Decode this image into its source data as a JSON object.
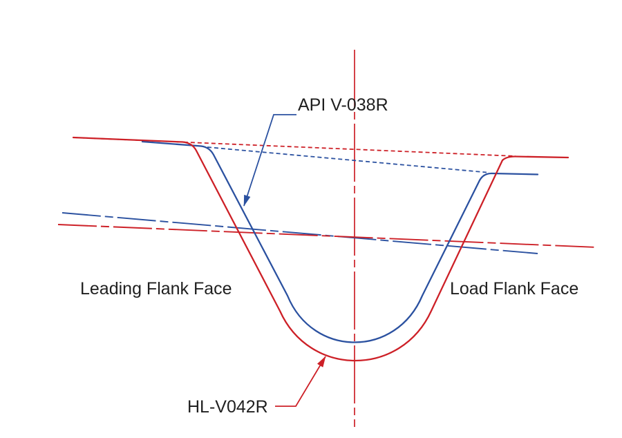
{
  "diagram": {
    "labels": {
      "api_profile": "API V-038R",
      "hl_profile": "HL-V042R",
      "leading_flank": "Leading Flank Face",
      "load_flank": "Load Flank Face"
    },
    "colors": {
      "api_profile": "#2b51a0",
      "hl_profile": "#cd2027",
      "centerline": "#cd2027",
      "text": "#1f1f1f",
      "background": "#ffffff"
    }
  }
}
